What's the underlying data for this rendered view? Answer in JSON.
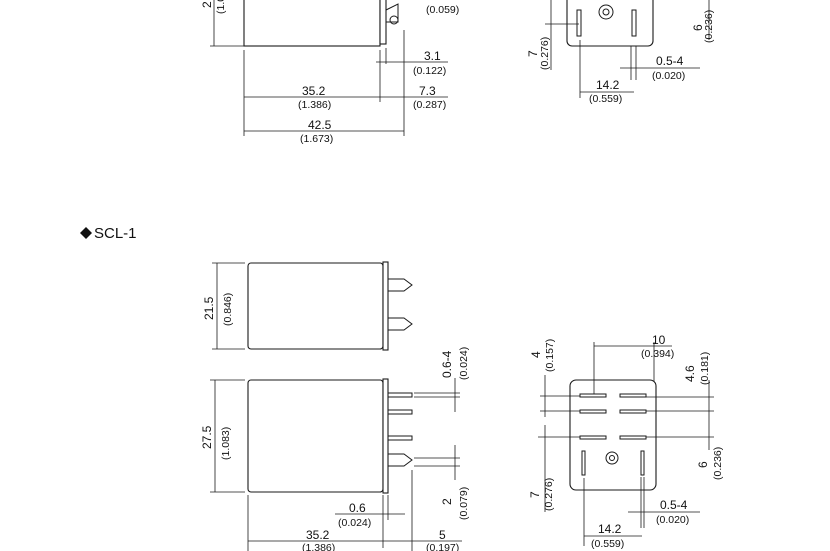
{
  "top": {
    "height_value_partial": "2",
    "height_inch_partial": "(1.0",
    "pin_inch_top": "(0.059)",
    "gap_mm": "3.1",
    "gap_in": "(0.122)",
    "body_mm": "35.2",
    "body_in": "(1.386)",
    "pin_mm": "7.3",
    "pin_in": "(0.287)",
    "total_mm": "42.5",
    "total_in": "(1.673)",
    "bottom_left_mm": "7",
    "bottom_left_in": "(0.276)",
    "bottom_right_mm": "6",
    "bottom_right_in": "(0.236)",
    "pin_thk_mm": "0.5-4",
    "pin_thk_in": "(0.020)",
    "spacing_mm": "14.2",
    "spacing_in": "(0.559)"
  },
  "section": {
    "label": "SCL-1"
  },
  "bottom": {
    "side_h_mm": "21.5",
    "side_h_in": "(0.846)",
    "pin_w_mm": "0.6-4",
    "pin_w_in": "(0.024)",
    "front_h_mm": "27.5",
    "front_h_in": "(1.083)",
    "pin_h_mm": "2",
    "pin_h_in": "(0.079)",
    "gap_mm": "0.6",
    "gap_in": "(0.024)",
    "body_mm": "35.2",
    "body_in": "(1.386)",
    "pin_mm": "5",
    "pin_in": "(0.197)",
    "b_top_mm": "4",
    "b_top_in": "(0.157)",
    "b_w_mm": "10",
    "b_w_in": "(0.394)",
    "b_right_mm": "4.6",
    "b_right_in": "(0.181)",
    "b_rb_mm": "6",
    "b_rb_in": "(0.236)",
    "b_left_mm": "7",
    "b_left_in": "(0.276)",
    "b_pin_mm": "0.5-4",
    "b_pin_in": "(0.020)",
    "b_spacing_mm": "14.2",
    "b_spacing_in": "(0.559)"
  }
}
